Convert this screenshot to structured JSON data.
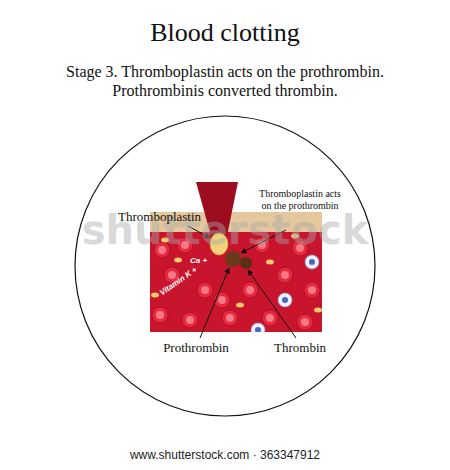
{
  "diagram": {
    "title": "Blood clotting",
    "labels": [
      "Stage 3. Thromboplastin acts on the prothrombin. Prothrombinis converted thrombin.",
      "Thromboplastin",
      "Thromboplastin acts on the prothrombin",
      "Ca +",
      "Vitamin K +",
      "Prothrombin",
      "Thrombin",
      "shutterstock",
      "www.shutterstock.com · 363347912"
    ]
  }
}
